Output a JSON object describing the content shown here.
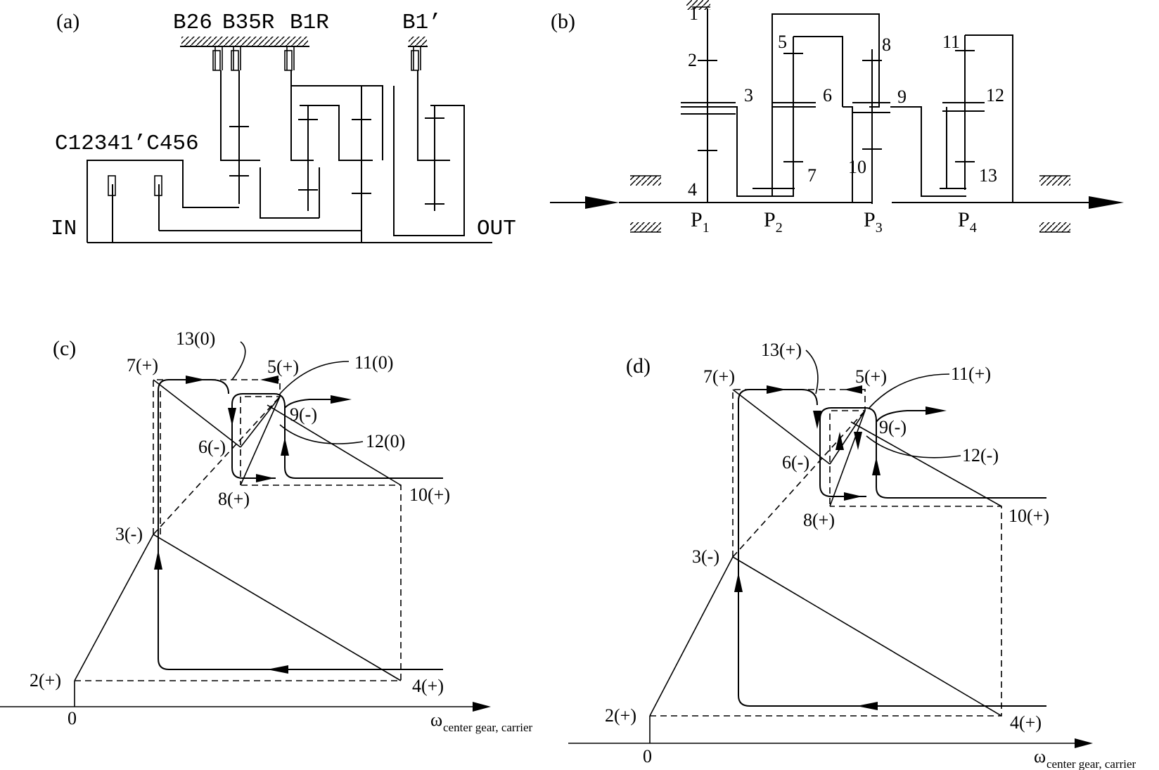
{
  "panel_a": {
    "label": "(a)",
    "brakes": [
      "B26",
      "B35R",
      "B1R",
      "B1’"
    ],
    "clutches": "C12341’C456",
    "input": "IN",
    "output": "OUT"
  },
  "panel_b": {
    "label": "(b)",
    "gear_numbers": [
      "1",
      "2",
      "3",
      "4",
      "5",
      "6",
      "7",
      "8",
      "9",
      "10",
      "11",
      "12",
      "13"
    ],
    "planets": [
      "P1",
      "P2",
      "P3",
      "P4"
    ]
  },
  "panel_c": {
    "label": "(c)",
    "nodes": {
      "n2": "2(+)",
      "n3": "3(-)",
      "n4": "4(+)",
      "n5": "5(+)",
      "n6": "6(-)",
      "n7": "7(+)",
      "n8": "8(+)",
      "n9": "9(-)",
      "n10": "10(+)",
      "n11": "11(0)",
      "n12": "12(0)",
      "n13": "13(0)"
    },
    "origin": "0",
    "axis_label": "ω",
    "axis_sub": "center gear, carrier"
  },
  "panel_d": {
    "label": "(d)",
    "nodes": {
      "n2": "2(+)",
      "n3": "3(-)",
      "n4": "4(+)",
      "n5": "5(+)",
      "n6": "6(-)",
      "n7": "7(+)",
      "n8": "8(+)",
      "n9": "9(-)",
      "n10": "10(+)",
      "n11": "11(+)",
      "n12": "12(-)",
      "n13": "13(+)"
    },
    "origin": "0",
    "axis_label": "ω",
    "axis_sub": "center gear, carrier"
  }
}
